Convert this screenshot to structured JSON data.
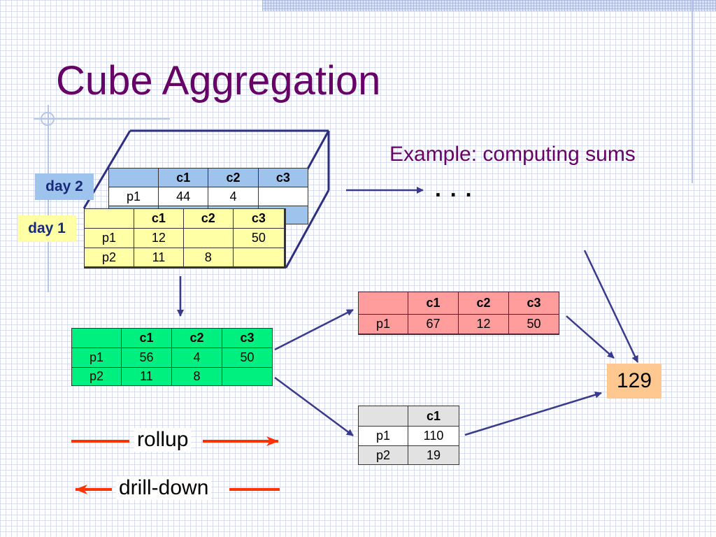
{
  "slide": {
    "title": "Cube Aggregation",
    "subtitle": "Example: computing sums",
    "ellipsis": ". . ."
  },
  "labels": {
    "day2": "day 2",
    "day1": "day 1"
  },
  "colors": {
    "title": "#660066",
    "day2_fill": "#9ec4ee",
    "day1_fill": "#ffffa6",
    "sum_days_fill": "#00f080",
    "sum_c_fill": "#ff9c9c",
    "sum_p_fill": "#e2e2e2",
    "total_fill": "#ffc891",
    "cube_edges": "#2e2e80",
    "arrows": "#3a3a8c",
    "legend_arrows": "#ff3300"
  },
  "tables": {
    "day2": {
      "columns": [
        "c1",
        "c2",
        "c3"
      ],
      "rows": [
        {
          "label": "p1",
          "c1": "44",
          "c2": "4",
          "c3": ""
        }
      ]
    },
    "day1": {
      "columns": [
        "c1",
        "c2",
        "c3"
      ],
      "rows": [
        {
          "label": "p1",
          "c1": "12",
          "c2": "",
          "c3": "50"
        },
        {
          "label": "p2",
          "c1": "11",
          "c2": "8",
          "c3": ""
        }
      ]
    },
    "sum_days": {
      "columns": [
        "c1",
        "c2",
        "c3"
      ],
      "rows": [
        {
          "label": "p1",
          "c1": "56",
          "c2": "4",
          "c3": "50"
        },
        {
          "label": "p2",
          "c1": "11",
          "c2": "8",
          "c3": ""
        }
      ]
    },
    "sum_p": {
      "columns": [
        "c1",
        "c2",
        "c3"
      ],
      "rows": [
        {
          "label": "p1",
          "c1": "67",
          "c2": "12",
          "c3": "50"
        }
      ]
    },
    "sum_c": {
      "columns": [
        "c1"
      ],
      "rows": [
        {
          "label": "p1",
          "c1": "110"
        },
        {
          "label": "p2",
          "c1": "19"
        }
      ]
    }
  },
  "total": "129",
  "legend": {
    "rollup": "rollup",
    "drilldown": "drill-down"
  },
  "icons": {
    "arrow": "arrow-icon",
    "cube": "cube-outline-icon"
  }
}
